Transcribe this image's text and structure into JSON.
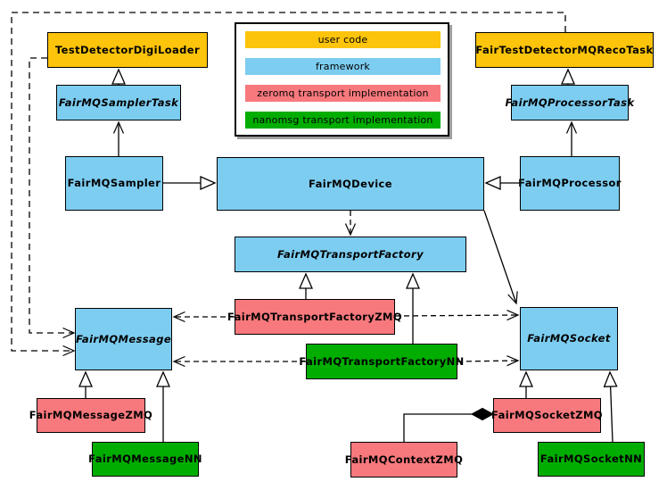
{
  "colors": {
    "gold": "#FCC40A",
    "blue": "#7DCDF1",
    "red": "#F8797D",
    "green": "#00AD00",
    "line": "#000000",
    "legend_shadow": "#9E9E9E"
  },
  "legend": {
    "items": [
      {
        "label": "user code",
        "fill": "gold"
      },
      {
        "label": "framework",
        "fill": "blue"
      },
      {
        "label": "zeromq transport implementation",
        "fill": "red"
      },
      {
        "label": "nanomsg transport implementation",
        "fill": "green"
      }
    ]
  },
  "nodes": {
    "testDetectorDigiLoader": {
      "label": "TestDetectorDigiLoader"
    },
    "fairTestDetectorMQRecoTask": {
      "label": "FairTestDetectorMQRecoTask"
    },
    "samplerTask": {
      "label": "FairMQSamplerTask"
    },
    "processorTask": {
      "label": "FairMQProcessorTask"
    },
    "sampler": {
      "label": "FairMQSampler"
    },
    "device": {
      "label": "FairMQDevice"
    },
    "processor": {
      "label": "FairMQProcessor"
    },
    "transportFactory": {
      "label": "FairMQTransportFactory"
    },
    "transportFactoryZMQ": {
      "label": "FairMQTransportFactoryZMQ"
    },
    "transportFactoryNN": {
      "label": "FairMQTransportFactoryNN"
    },
    "message": {
      "label": "FairMQMessage"
    },
    "socket": {
      "label": "FairMQSocket"
    },
    "messageZMQ": {
      "label": "FairMQMessageZMQ"
    },
    "messageNN": {
      "label": "FairMQMessageNN"
    },
    "contextZMQ": {
      "label": "FairMQContextZMQ"
    },
    "socketZMQ": {
      "label": "FairMQSocketZMQ"
    },
    "socketNN": {
      "label": "FairMQSocketNN"
    }
  }
}
